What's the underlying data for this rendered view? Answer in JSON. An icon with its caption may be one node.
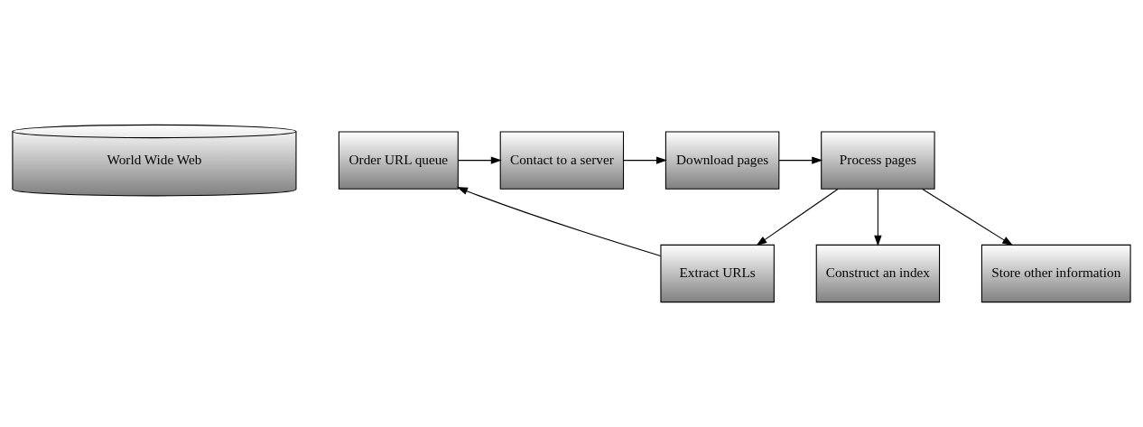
{
  "diagram": {
    "nodes": [
      {
        "text": [
          "World Wide Web"
        ]
      },
      {
        "text": [
          "Order URL queue"
        ]
      },
      {
        "text": [
          "Contact to a server"
        ]
      },
      {
        "text": [
          "Download pages"
        ]
      },
      {
        "text": [
          "Process pages"
        ]
      },
      {
        "text": [
          "Extract URLs"
        ]
      },
      {
        "text": [
          "Construct an index"
        ]
      },
      {
        "text": [
          "Store other information"
        ]
      }
    ],
    "edges": [
      {
        "from": 1,
        "to": 2,
        "arrow": "to"
      },
      {
        "from": 2,
        "to": 3,
        "arrow": "to"
      },
      {
        "from": 3,
        "to": 4,
        "arrow": "to"
      },
      {
        "from": 4,
        "to": 5,
        "arrow": "to"
      },
      {
        "from": 4,
        "to": 6,
        "arrow": "to"
      },
      {
        "from": 4,
        "to": 7,
        "arrow": "to"
      },
      {
        "from": 5,
        "to": 1,
        "arrow": "to"
      }
    ]
  }
}
